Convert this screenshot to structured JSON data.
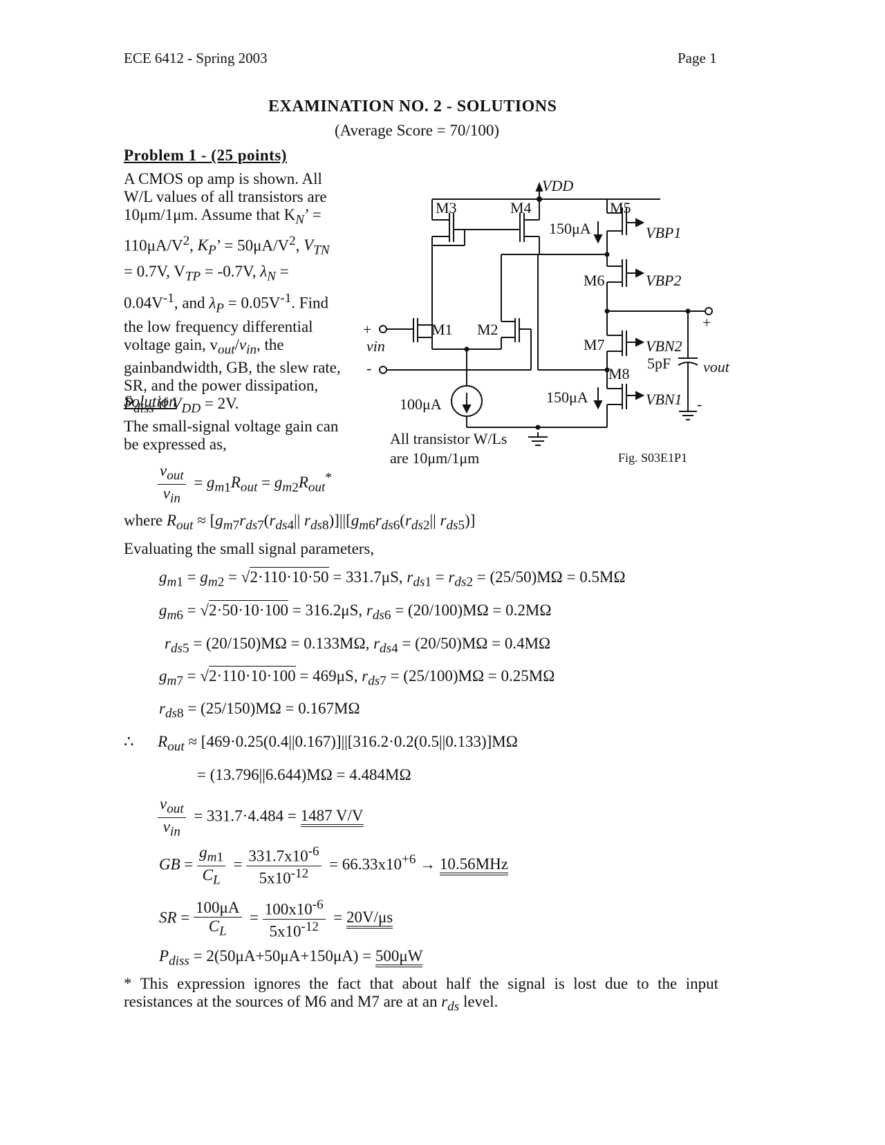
{
  "header": {
    "course": "ECE 6412 - Spring 2003",
    "page": "Page 1"
  },
  "title": "EXAMINATION NO. 2 - SOLUTIONS",
  "average": "(Average Score = 70/100)",
  "problem": {
    "heading": "Problem 1 - (25 points)"
  },
  "statement": [
    "A CMOS op amp is shown.  All",
    "W/L values of all transistors are",
    "10μm/1μm.  Assume that K",
    "110μA/V",
    "= 0.7V, V",
    "0.04V",
    "the low frequency differential",
    "voltage gain, v",
    "gainbandwidth, GB, the slew rate,",
    "SR, and the power dissipation,",
    "P"
  ],
  "solution_label": "Solution",
  "solution_intro": [
    "The small-signal voltage gain can",
    "be expressed as,"
  ],
  "figure": {
    "labels": {
      "vdd": "VDD",
      "m1": "M1",
      "m2": "M2",
      "m3": "M3",
      "m4": "M4",
      "m5": "M5",
      "m6": "M6",
      "m7": "M7",
      "m8": "M8",
      "i150a": "150μA",
      "i150b": "150μA",
      "i100": "100μA",
      "vbp1": "VBP1",
      "vbp2": "VBP2",
      "vbn2": "VBN2",
      "vbn1": "VBN1",
      "cap": "5pF",
      "plus_in": "+",
      "vin": "vin",
      "minus_in": "-",
      "plus_out": "+",
      "vout": "vout",
      "minus_out": "-",
      "note1": "All transistor W/Ls",
      "note2": "are 10μm/1μm",
      "fig": "Fig. S03E1P1"
    }
  },
  "text": {
    "where": "where",
    "evaluating": "Evaluating the small signal parameters,",
    "footnote1": "* This expression ignores the fact that about half the signal is lost due to the input",
    "footnote2": "resistances at the sources of M6 and M7 are at an",
    "footnote2b": "level."
  },
  "results": {
    "gain": "1487 V/V",
    "gb": "10.56MHz",
    "sr": "20V/μs",
    "pdiss": "500μW"
  }
}
